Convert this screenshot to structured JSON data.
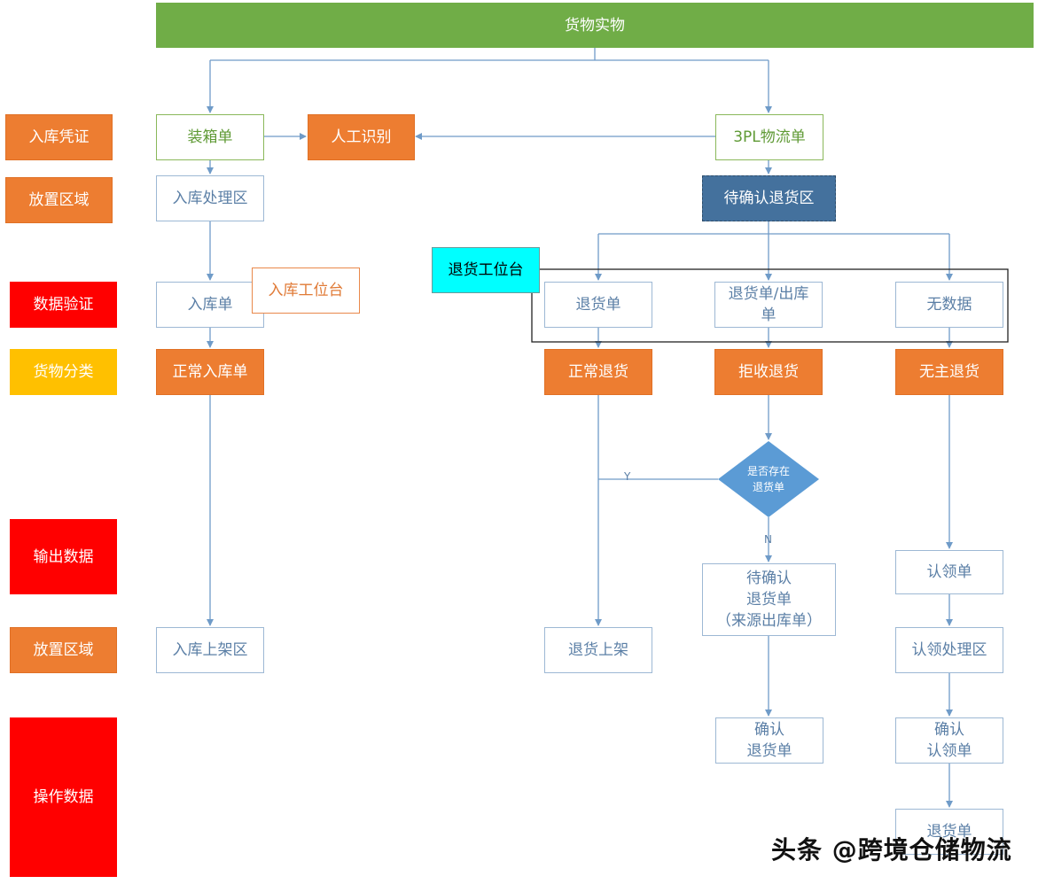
{
  "top": {
    "title": "货物实物"
  },
  "rows": {
    "inbound_voucher": "入库凭证",
    "placement_area_1": "放置区域",
    "data_validation": "数据验证",
    "goods_classification": "货物分类",
    "output_data": "输出数据",
    "placement_area_2": "放置区域",
    "operation_data": "操作数据"
  },
  "nodes": {
    "packing_list": "装箱单",
    "manual_identification": "人工识别",
    "tpl_waybill": "3PL物流单",
    "inbound_processing_area": "入库处理区",
    "pending_return_area": "待确认退货区",
    "return_workstation": "退货工位台",
    "inbound_order": "入库单",
    "inbound_workstation": "入库工位台",
    "return_order": "退货单",
    "return_outbound_order": "退货单/出库\n单",
    "no_data": "无数据",
    "normal_inbound_order": "正常入库单",
    "normal_return": "正常退货",
    "rejected_return": "拒收退货",
    "ownerless_return": "无主退货",
    "decision_exists_return_order": "是否存在\n退货单",
    "pending_confirm_return_order": "待确认\n退货单\n（来源出库单）",
    "claim_order": "认领单",
    "inbound_shelving_area": "入库上架区",
    "return_shelving": "退货上架",
    "claim_processing_area": "认领处理区",
    "confirm_return_order": "确认\n退货单",
    "confirm_claim_order": "确认\n认领单",
    "return_order_final": "退货单"
  },
  "edge_labels": {
    "yes": "Y",
    "no": "N"
  },
  "watermark": "头条 @跨境仓储物流",
  "colors": {
    "green": "#70ad47",
    "orange": "#ed7d31",
    "red": "#ff0000",
    "yellow": "#ffc000",
    "navy": "#44719d",
    "cyan": "#00ffff",
    "line": "#6f9bc8",
    "diamond": "#5b9bd5"
  }
}
